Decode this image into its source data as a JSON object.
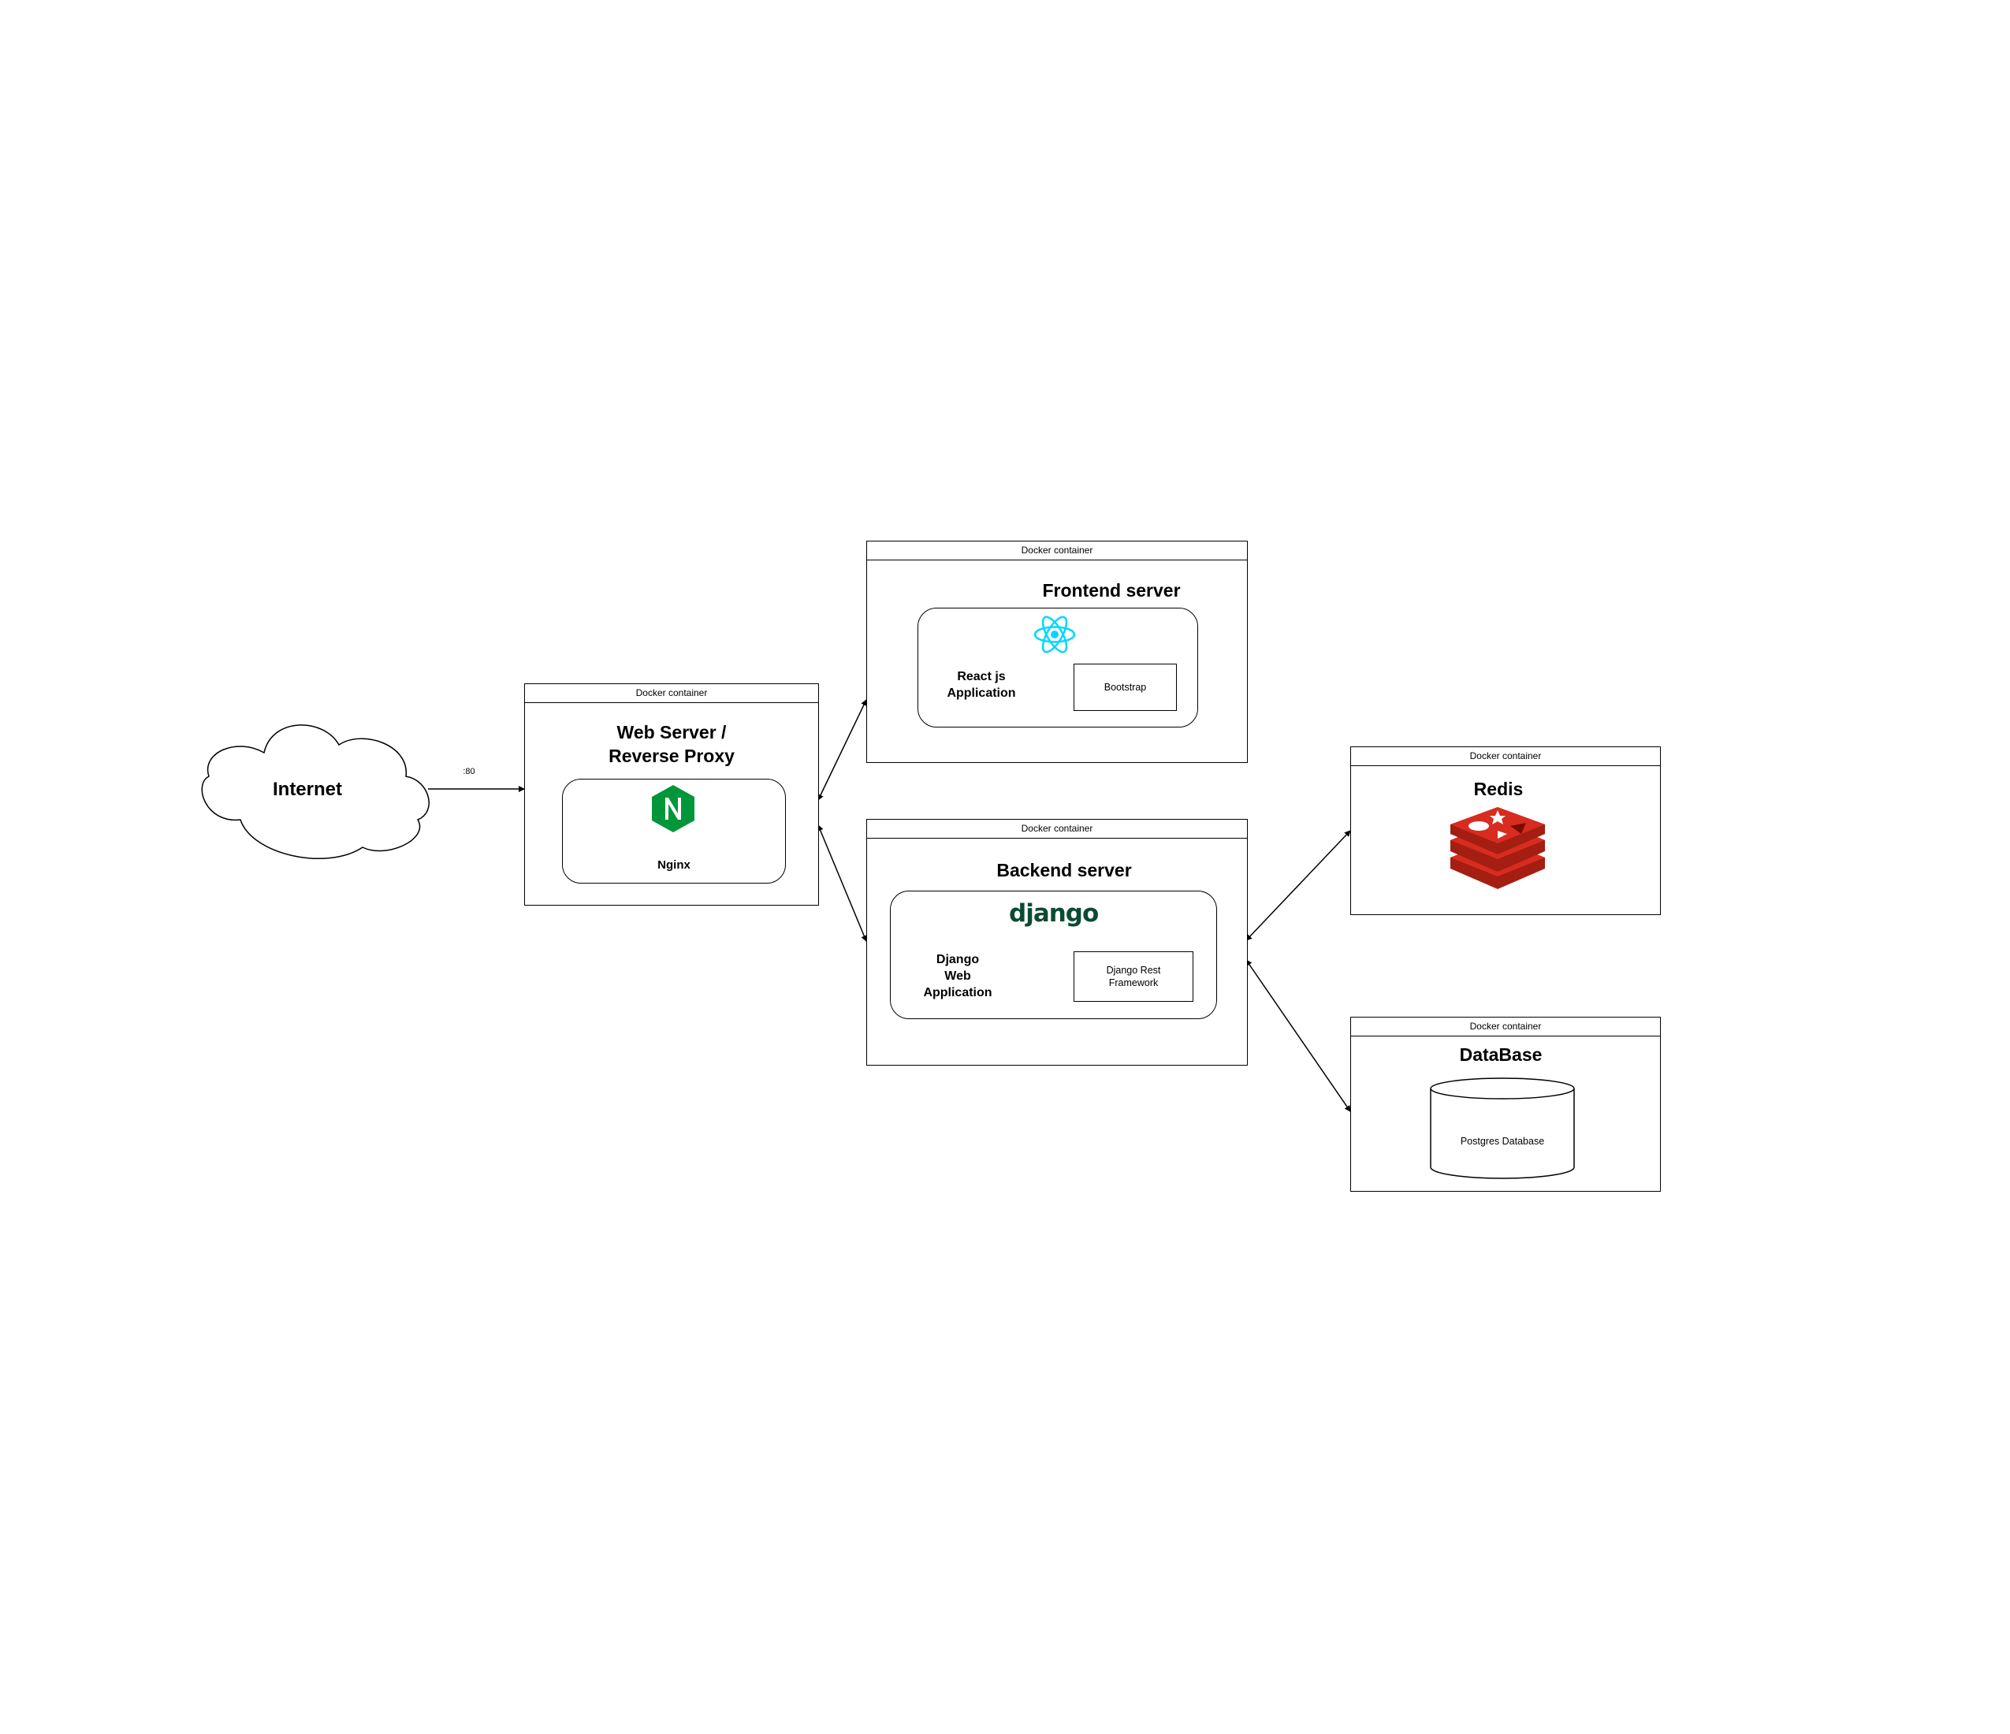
{
  "internet": {
    "label": "Internet"
  },
  "port_label": ":80",
  "web_server": {
    "header": "Docker container",
    "title": "Web Server /\nReverse Proxy",
    "app_label": "Nginx",
    "logo_icon": "nginx-logo"
  },
  "frontend": {
    "header": "Docker container",
    "title": "Frontend server",
    "app_label": "React js\nApplication",
    "lib_label": "Bootstrap",
    "logo_icon": "react-logo"
  },
  "backend": {
    "header": "Docker container",
    "title": "Backend server",
    "logo_text": "django",
    "app_label": "Django\nWeb\nApplication",
    "lib_label": "Django Rest\nFramework"
  },
  "redis": {
    "header": "Docker container",
    "title": "Redis",
    "logo_icon": "redis-logo"
  },
  "database": {
    "header": "Docker container",
    "title": "DataBase",
    "db_label": "Postgres Database"
  },
  "colors": {
    "nginx_green": "#009639",
    "react_cyan": "#00D8FF",
    "django_green": "#0C4B33",
    "redis_red": "#D82C20",
    "redis_dark": "#A41E11"
  }
}
